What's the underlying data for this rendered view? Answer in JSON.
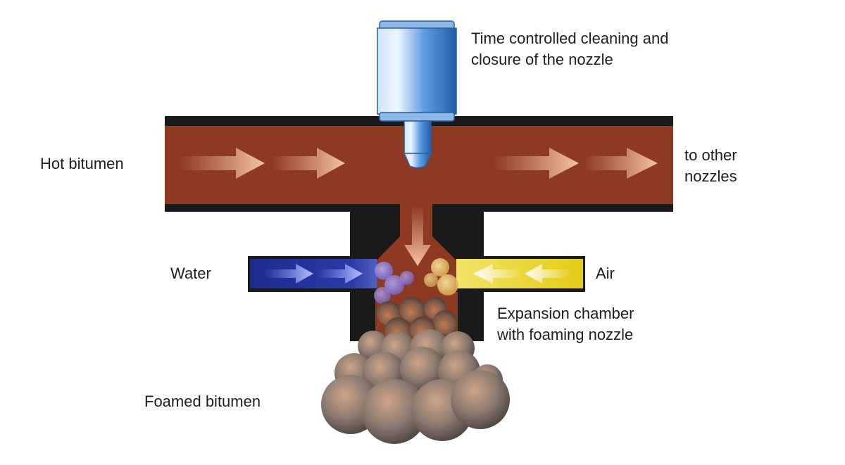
{
  "labels": {
    "valve_line1": "Time controlled cleaning and",
    "valve_line2": "closure of the nozzle",
    "hot_bitumen": "Hot bitumen",
    "other_line1": "to other",
    "other_line2": "nozzles",
    "water": "Water",
    "air": "Air",
    "chamber_line1": "Expansion chamber",
    "chamber_line2": "with foaming nozzle",
    "foamed_bitumen": "Foamed bitumen"
  },
  "colors": {
    "bitumen": "#8e3a22",
    "pipe_wall": "#1a1a1a",
    "water": "#232f96",
    "air": "#e8d21c",
    "valve": "#4a8fd0",
    "foam": "#7a6f6a"
  },
  "icons": {
    "valve": "cylinder-valve-icon",
    "flow": "arrow-right-icon"
  }
}
